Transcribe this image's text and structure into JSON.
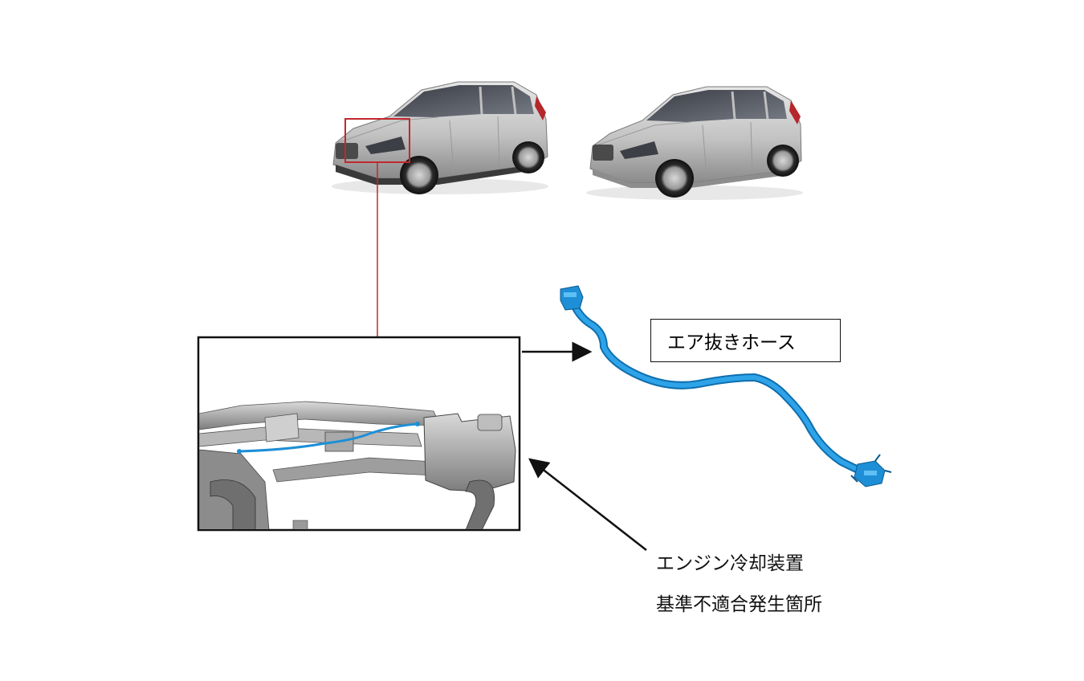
{
  "labels": {
    "hose": "エア抜きホース",
    "defect_line1": "エンジン冷却装置",
    "defect_line2": "基準不適合発生箇所"
  },
  "colors": {
    "hose_blue": "#1e8fd6",
    "highlight_red": "#c0282d",
    "car_silver": "#c9c9c9",
    "outline": "#111111"
  },
  "figures": {
    "car_left": "silver hatchback crossover, front three-quarter view",
    "car_right": "silver hatchback, front three-quarter view",
    "inset": "engine bay cooling system detail with blue hose",
    "hose_part": "blue air bleed hose with end connectors"
  }
}
